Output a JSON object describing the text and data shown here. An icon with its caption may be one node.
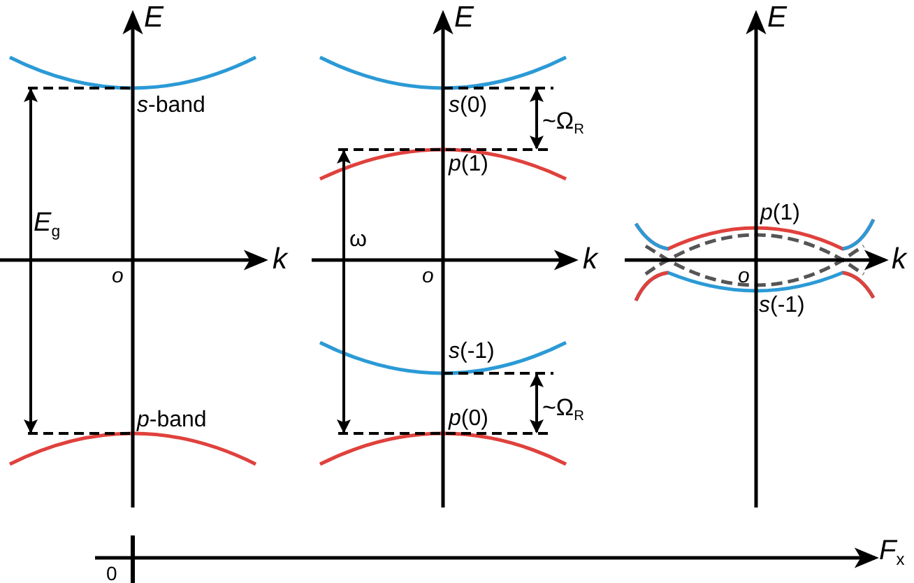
{
  "diagram": {
    "labels": [
      "E",
      "*s*-band",
      "*E*$_{g}$",
      "k",
      "o",
      "*p*-band",
      "E",
      "*s*(0)",
      "~Ω$_{R}$",
      "*p*(1)",
      "ω",
      "k",
      "o",
      "*s*(-1)",
      "*p*(0)",
      "~Ω$_{R}$",
      "E",
      "*p*(1)",
      "k",
      "o",
      "*s*(-1)",
      "0",
      "*F*$_{x}$"
    ]
  }
}
